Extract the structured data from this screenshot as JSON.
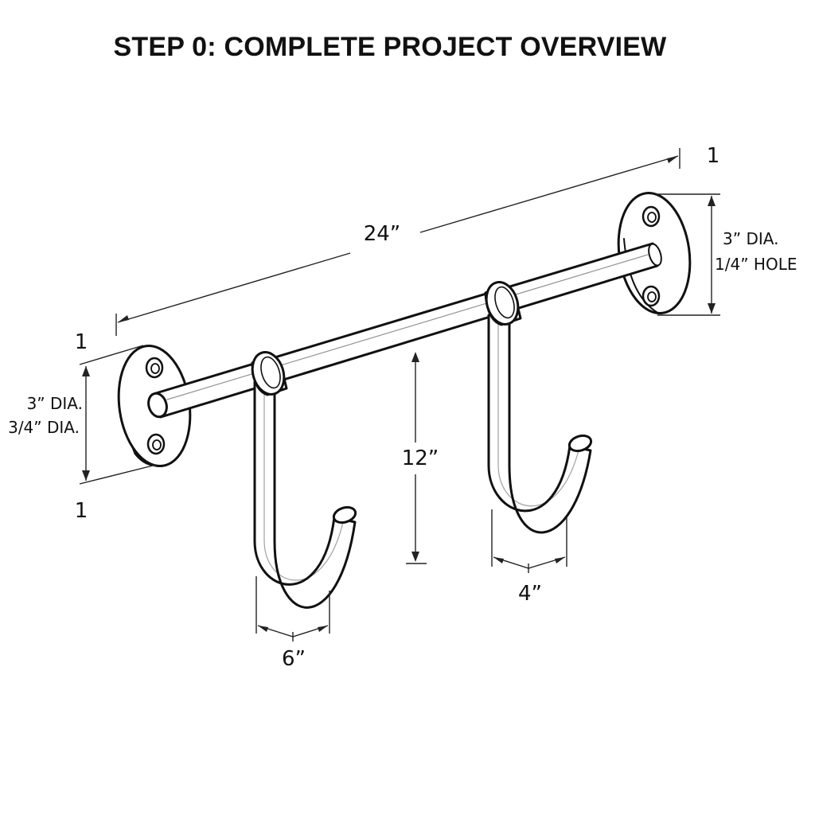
{
  "title": "STEP 0: COMPLETE PROJECT OVERVIEW",
  "dimensions": {
    "rod_length": "24”",
    "hook_drop": "12”",
    "left_hook_width": "6”",
    "right_hook_width": "4”",
    "left_flange_dia": "3” DIA.",
    "left_rod_dia": "3/4” DIA.",
    "right_flange_dia": "3” DIA.",
    "right_hole": "1/4” HOLE",
    "qty_top_right": "1",
    "qty_left_top": "1",
    "qty_left_bottom": "1"
  },
  "colors": {
    "ink": "#111111",
    "background": "#ffffff"
  }
}
